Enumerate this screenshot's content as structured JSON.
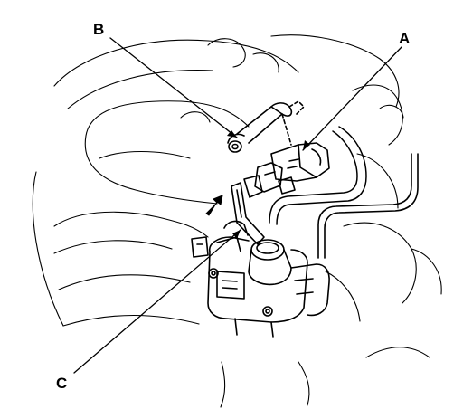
{
  "diagram": {
    "callouts": {
      "a": "A",
      "b": "B",
      "c": "C"
    },
    "colors": {
      "ink": "#000000",
      "background": "#ffffff"
    }
  }
}
